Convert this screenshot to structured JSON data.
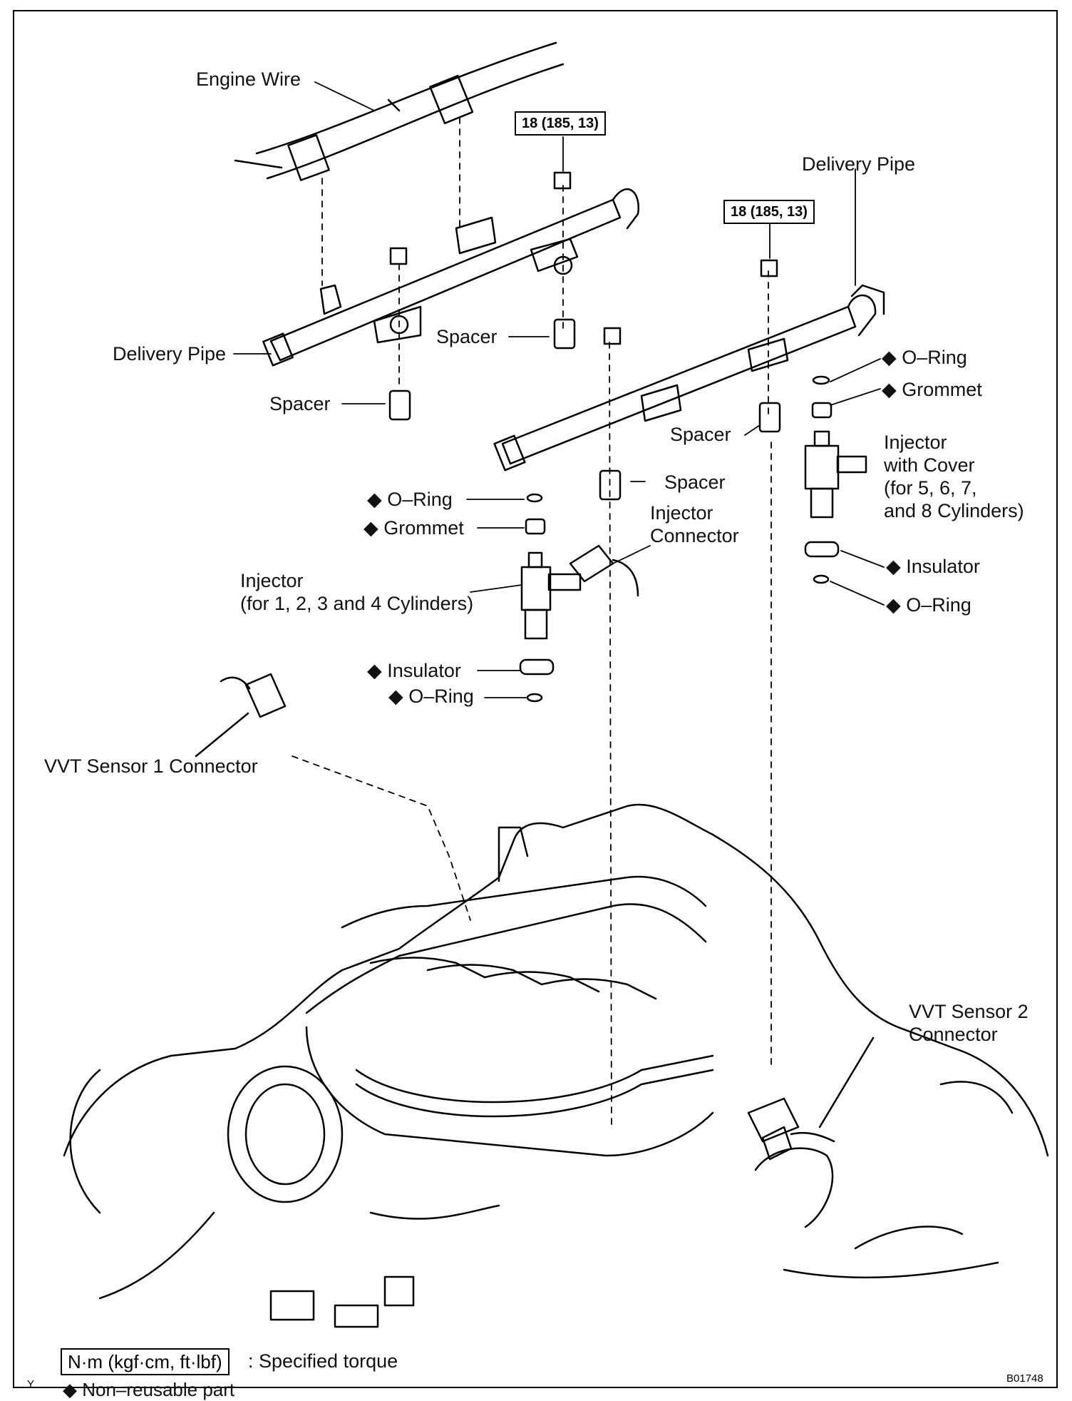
{
  "labels": {
    "engine_wire": "Engine Wire",
    "torque_1": "18 (185, 13)",
    "torque_2": "18 (185, 13)",
    "delivery_pipe_left": "Delivery Pipe",
    "delivery_pipe_right": "Delivery Pipe",
    "spacer_1": "Spacer",
    "spacer_2": "Spacer",
    "spacer_3": "Spacer",
    "spacer_4": "Spacer",
    "o_ring_1": "◆ O–Ring",
    "grommet_1": "◆ Grommet",
    "o_ring_2": "◆ O–Ring",
    "grommet_2": "◆ Grommet",
    "injector_cover_l1": "Injector",
    "injector_cover_l2": "with Cover",
    "injector_cover_l3": "(for 5, 6, 7,",
    "injector_cover_l4": "and 8 Cylinders)",
    "injector_connector_l1": "Injector",
    "injector_connector_l2": "Connector",
    "injector_l1": "Injector",
    "injector_l2": "(for 1, 2, 3 and 4 Cylinders)",
    "insulator_1": "◆ Insulator",
    "o_ring_3": "◆ O–Ring",
    "insulator_2": "◆ Insulator",
    "o_ring_4": "◆ O–Ring",
    "vvt1": "VVT Sensor 1 Connector",
    "vvt2_l1": "VVT Sensor 2",
    "vvt2_l2": "Connector"
  },
  "legend": {
    "torque_unit": "N·m (kgf·cm, ft·lbf)",
    "torque_desc": ": Specified torque",
    "nonreusable": "◆ Non–reusable part"
  },
  "corner": {
    "left": "Y",
    "right": "B01748"
  }
}
